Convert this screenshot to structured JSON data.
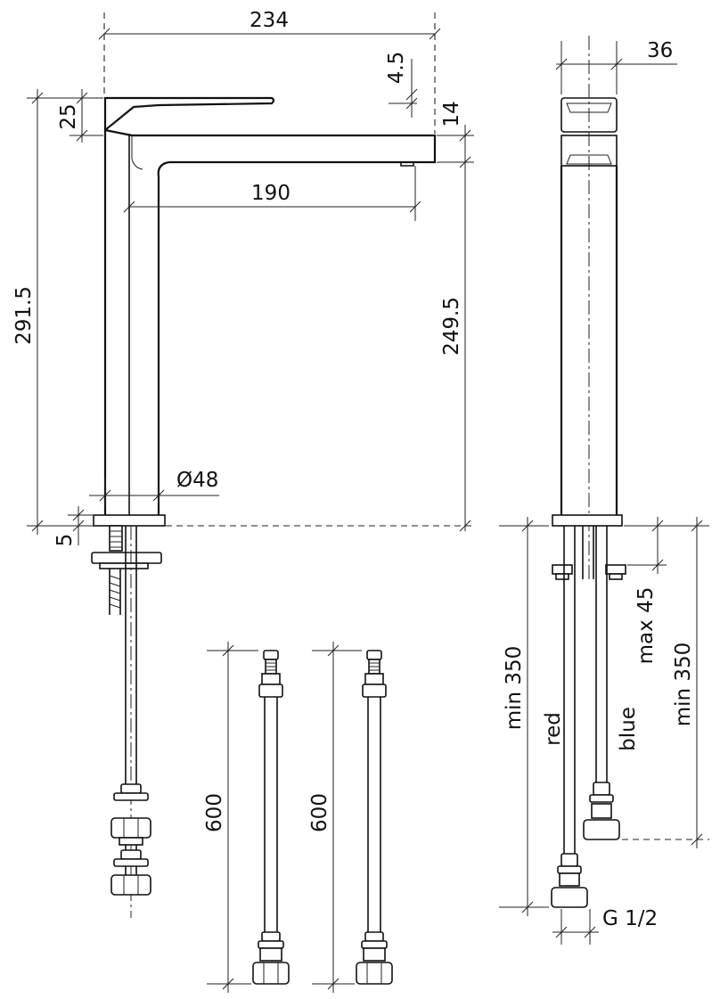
{
  "dimensions": {
    "total_width": "234",
    "spout_reach": "190",
    "handle_height": "25",
    "gap": "4.5",
    "spout_thickness": "14",
    "total_height": "291.5",
    "spout_height": "249.5",
    "base_diameter": "Ø48",
    "base_thickness": "5",
    "side_width": "36",
    "hose_length_1": "600",
    "hose_length_2": "600",
    "min_left": "min 350",
    "max_right": "max 45",
    "min_right": "min 350",
    "thread": "G 1/2"
  },
  "hoses": {
    "red": "red",
    "blue": "blue"
  }
}
